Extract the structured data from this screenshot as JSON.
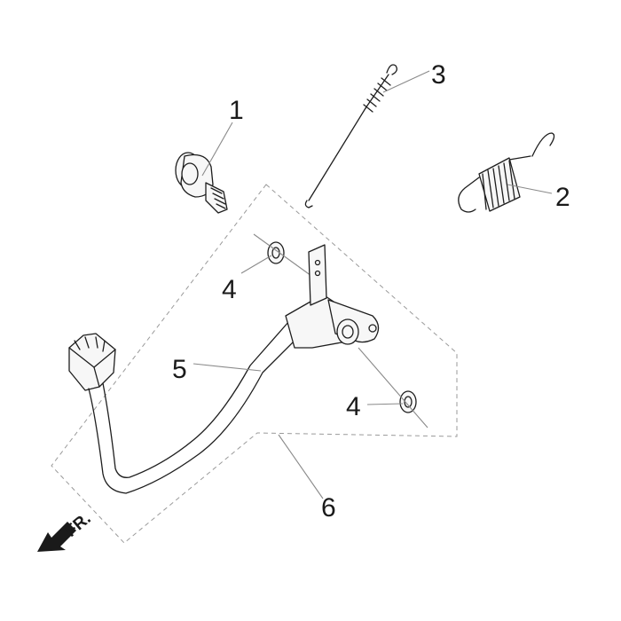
{
  "diagram": {
    "callouts": [
      {
        "id": "1",
        "text": "1"
      },
      {
        "id": "2",
        "text": "2"
      },
      {
        "id": "3",
        "text": "3"
      },
      {
        "id": "4a",
        "text": "4"
      },
      {
        "id": "4b",
        "text": "4"
      },
      {
        "id": "5",
        "text": "5"
      },
      {
        "id": "6",
        "text": "6"
      }
    ],
    "front_indicator": {
      "text": "FR."
    },
    "colors": {
      "line": "#1e1e1e",
      "leader": "#8a8a8a",
      "boundary": "#9a9a9a",
      "background": "#ffffff"
    }
  }
}
